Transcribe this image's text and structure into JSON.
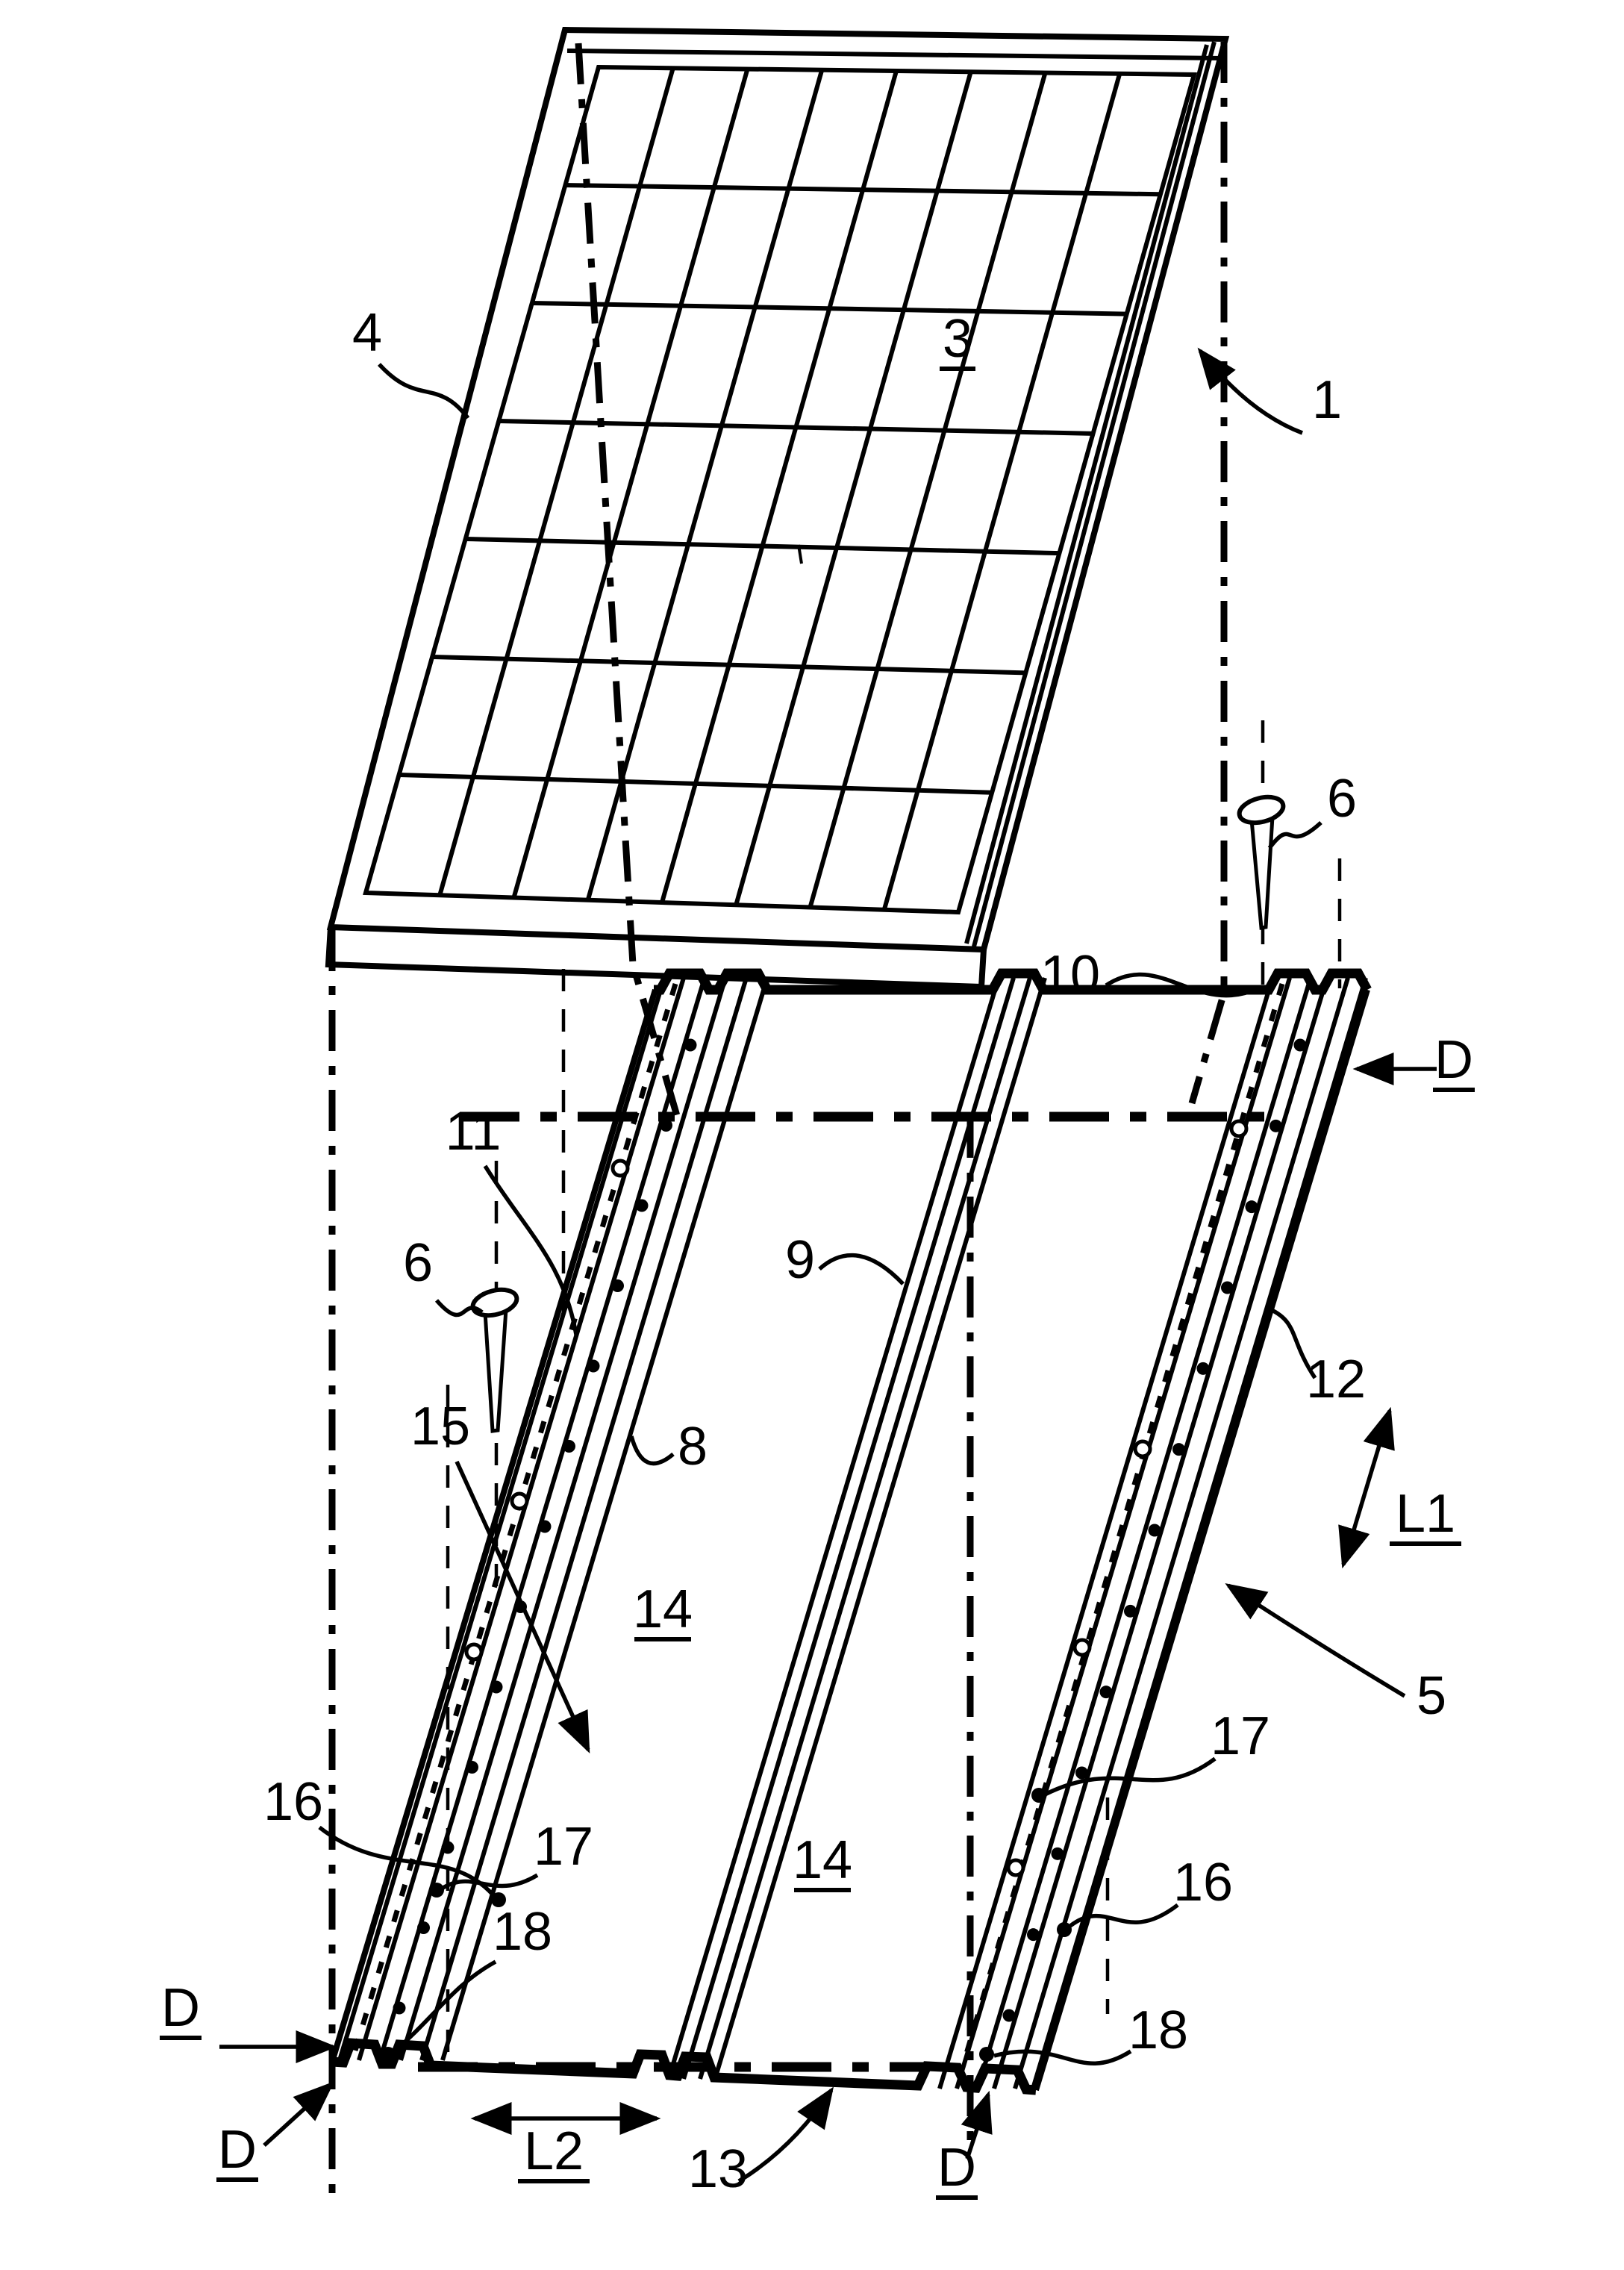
{
  "figure": {
    "background_color": "#ffffff",
    "line_color": "#000000",
    "labels": {
      "ref_1": "1",
      "ref_3": "3",
      "ref_4": "4",
      "ref_5": "5",
      "ref_6_left": "6",
      "ref_6_right": "6",
      "ref_8": "8",
      "ref_9": "9",
      "ref_10": "10",
      "ref_11": "11",
      "ref_12": "12",
      "ref_13": "13",
      "ref_14_left": "14",
      "ref_14_right": "14",
      "ref_15": "15",
      "ref_16_left": "16",
      "ref_16_right": "16",
      "ref_17_left": "17",
      "ref_17_right": "17",
      "ref_18_left": "18",
      "ref_18_right": "18",
      "section_d_left_1": "D",
      "section_d_left_2": "D",
      "section_d_bottom": "D",
      "section_d_right": "D",
      "dim_l1": "L1",
      "dim_l2": "L2"
    },
    "panel": {
      "rows": 7,
      "cols": 8
    },
    "rails": {
      "left_screws": 13,
      "right_screws": 13
    }
  }
}
